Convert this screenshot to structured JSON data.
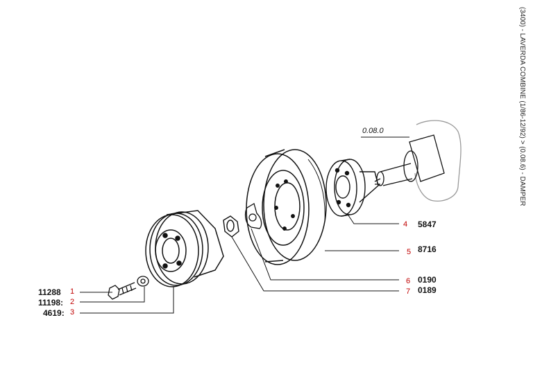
{
  "title": "(3400) - LAVERDA COMBINE (1/86-12/92) > (0.08.6) - DAMPER",
  "assembly_ref": "0.08.0",
  "callouts": [
    {
      "ref": "1",
      "part": "11288"
    },
    {
      "ref": "2",
      "part": "11198:"
    },
    {
      "ref": "3",
      "part": "4619:"
    },
    {
      "ref": "4",
      "part": "5847"
    },
    {
      "ref": "5",
      "part": "8716"
    },
    {
      "ref": "6",
      "part": "0190"
    },
    {
      "ref": "7",
      "part": "0189"
    }
  ]
}
